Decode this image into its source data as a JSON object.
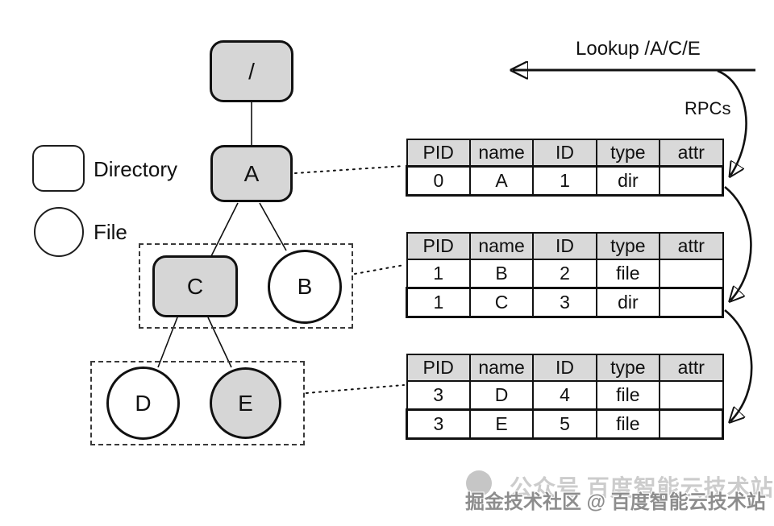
{
  "legend": {
    "directory_label": "Directory",
    "file_label": "File"
  },
  "annotations": {
    "lookup_label": "Lookup /A/C/E",
    "rpcs_label": "RPCs"
  },
  "tree": {
    "nodes": [
      {
        "id": "root",
        "label": "/",
        "shape": "rect",
        "type": "dir",
        "filled": true
      },
      {
        "id": "A",
        "label": "A",
        "shape": "rect",
        "type": "dir",
        "filled": true
      },
      {
        "id": "C",
        "label": "C",
        "shape": "rect",
        "type": "dir",
        "filled": true
      },
      {
        "id": "B",
        "label": "B",
        "shape": "circle",
        "type": "file",
        "filled": false
      },
      {
        "id": "D",
        "label": "D",
        "shape": "circle",
        "type": "file",
        "filled": false
      },
      {
        "id": "E",
        "label": "E",
        "shape": "circle",
        "type": "file",
        "filled": true
      }
    ]
  },
  "tables": [
    {
      "headers": [
        "PID",
        "name",
        "ID",
        "type",
        "attr"
      ],
      "rows": [
        [
          "0",
          "A",
          "1",
          "dir",
          ""
        ]
      ],
      "highlight": 0
    },
    {
      "headers": [
        "PID",
        "name",
        "ID",
        "type",
        "attr"
      ],
      "rows": [
        [
          "1",
          "B",
          "2",
          "file",
          ""
        ],
        [
          "1",
          "C",
          "3",
          "dir",
          ""
        ]
      ],
      "highlight": 1
    },
    {
      "headers": [
        "PID",
        "name",
        "ID",
        "type",
        "attr"
      ],
      "rows": [
        [
          "3",
          "D",
          "4",
          "file",
          ""
        ],
        [
          "3",
          "E",
          "5",
          "file",
          ""
        ]
      ],
      "highlight": 1
    }
  ],
  "watermark": {
    "back_text": "公众号 百度智能云技术站",
    "front_text": "掘金技术社区 @ 百度智能云技术站"
  },
  "colors": {
    "node_fill": "#d6d6d6",
    "header_fill": "#d9d9d9",
    "stroke": "#111111"
  }
}
